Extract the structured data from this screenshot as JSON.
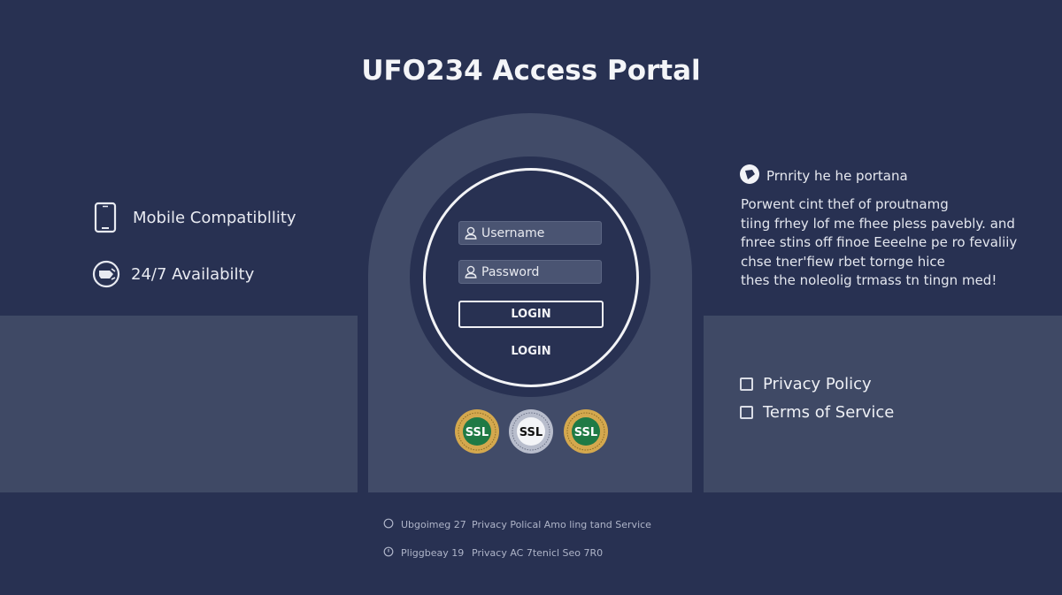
{
  "header": {
    "title": "UFO234 Access Portal"
  },
  "features": [
    {
      "icon": "mobile-icon",
      "label": "Mobile Compatibllity"
    },
    {
      "icon": "availability-icon",
      "label": "24/7 Availabilty"
    }
  ],
  "login_form": {
    "username_placeholder": "Username",
    "password_placeholder": "Password",
    "login_button_label": "LOGIN",
    "login_link_label": "LOGIN"
  },
  "badges": [
    {
      "label": "SSL",
      "style": "gold-green"
    },
    {
      "label": "SSL",
      "style": "silver-white"
    },
    {
      "label": "SSL",
      "style": "gold-green"
    }
  ],
  "info": {
    "heading": "Prnrity he he portana",
    "lines": [
      "Porwent cint thef of proutnamg",
      "tiing frhey  lof me fhee pless pavebly. and",
      "fnree stins off finoe Eeeelne pe ro fevaliiy",
      "chse tner'fiew  rbet tornge hice",
      "thes the noleolig trmass tn tingn med!"
    ]
  },
  "legal": {
    "items": [
      {
        "label": "Privacy Policy",
        "checked": false
      },
      {
        "label": "Terms of Service",
        "checked": false
      }
    ]
  },
  "footer": {
    "rows": [
      {
        "icon": "radio-circle-icon",
        "col1": "Ubgoimeg 27",
        "col2": "Privacy Polical  Amo ling tand Service"
      },
      {
        "icon": "power-circle-icon",
        "col1": "Pliggbeay 19",
        "col2": "Privacy AC 7tenicl Seo 7R0"
      }
    ]
  },
  "colors": {
    "background": "#283152",
    "panel": "#3f4965",
    "arch": "#414b68",
    "field": "#4a5472",
    "ssl_green": "#1f7a45",
    "ssl_gold": "#d4a84e",
    "ssl_silver": "#b8bdcc"
  }
}
